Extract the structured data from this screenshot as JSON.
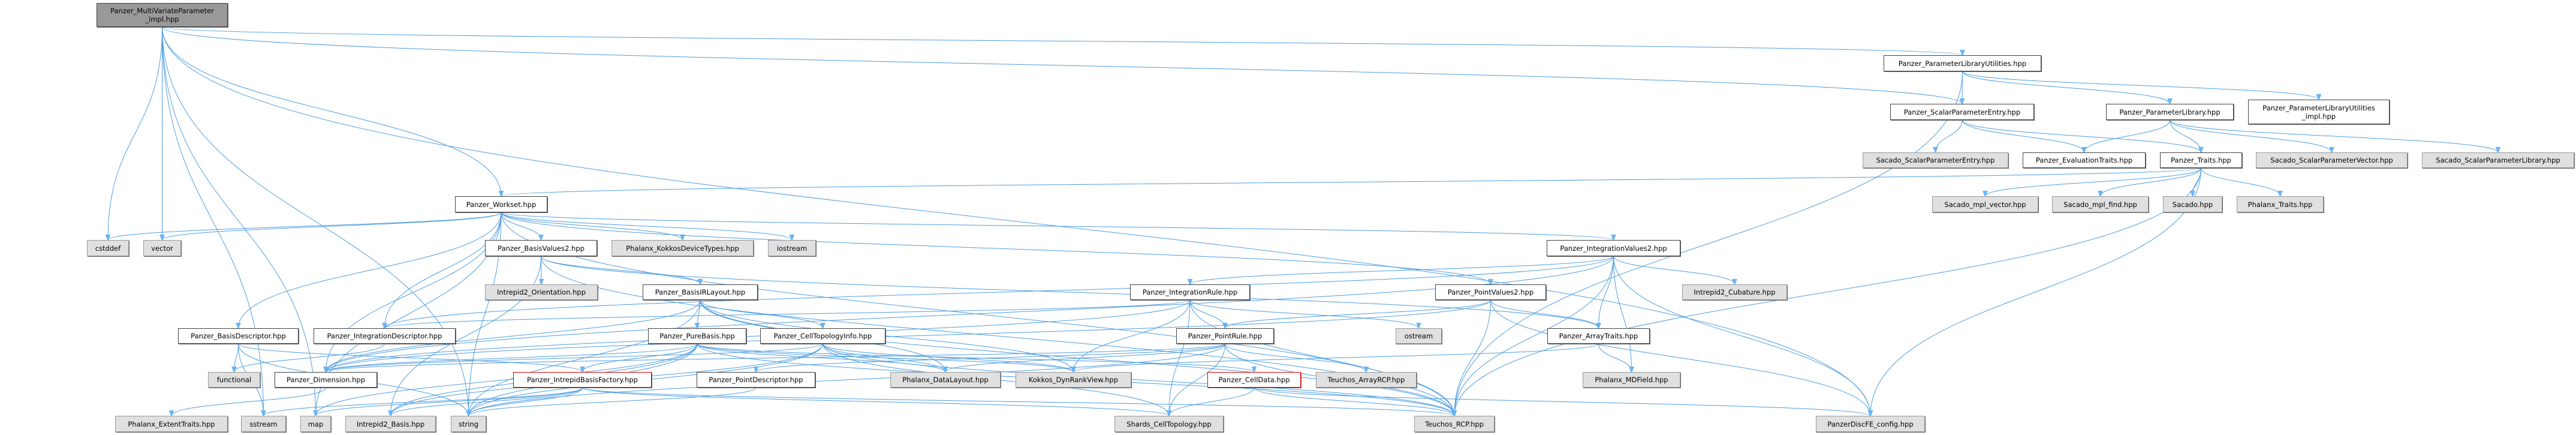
{
  "title": "Panzer_MultiVariateParameter_impl.hpp include dependency graph",
  "colors": {
    "edge": "#4e9de0",
    "main_fill": "#999999",
    "external_fill": "#e0e0e0",
    "error_border": "#dd0000"
  },
  "nodes": [
    {
      "id": "mv",
      "label": "Panzer_MultiVariateParameter\n_impl.hpp",
      "style": "main"
    },
    {
      "id": "plu",
      "label": "Panzer_ParameterLibraryUtilities.hpp",
      "style": "internal"
    },
    {
      "id": "spe",
      "label": "Panzer_ScalarParameterEntry.hpp",
      "style": "internal"
    },
    {
      "id": "plib",
      "label": "Panzer_ParameterLibrary.hpp",
      "style": "internal"
    },
    {
      "id": "pluimpl",
      "label": "Panzer_ParameterLibraryUtilities\n_impl.hpp",
      "style": "internal"
    },
    {
      "id": "sspe",
      "label": "Sacado_ScalarParameterEntry.hpp",
      "style": "external"
    },
    {
      "id": "evt",
      "label": "Panzer_EvaluationTraits.hpp",
      "style": "internal"
    },
    {
      "id": "traits",
      "label": "Panzer_Traits.hpp",
      "style": "internal"
    },
    {
      "id": "sspv",
      "label": "Sacado_ScalarParameterVector.hpp",
      "style": "external"
    },
    {
      "id": "sspl",
      "label": "Sacado_ScalarParameterLibrary.hpp",
      "style": "external"
    },
    {
      "id": "mplv",
      "label": "Sacado_mpl_vector.hpp",
      "style": "external"
    },
    {
      "id": "mplf",
      "label": "Sacado_mpl_find.hpp",
      "style": "external"
    },
    {
      "id": "sacado",
      "label": "Sacado.hpp",
      "style": "external"
    },
    {
      "id": "phtraits",
      "label": "Phalanx_Traits.hpp",
      "style": "external"
    },
    {
      "id": "workset",
      "label": "Panzer_Workset.hpp",
      "style": "internal"
    },
    {
      "id": "cstddef",
      "label": "cstddef",
      "style": "external"
    },
    {
      "id": "vector",
      "label": "vector",
      "style": "external"
    },
    {
      "id": "bv2",
      "label": "Panzer_BasisValues2.hpp",
      "style": "internal"
    },
    {
      "id": "pkdt",
      "label": "Phalanx_KokkosDeviceTypes.hpp",
      "style": "external"
    },
    {
      "id": "iostream",
      "label": "iostream",
      "style": "external"
    },
    {
      "id": "iv2",
      "label": "Panzer_IntegrationValues2.hpp",
      "style": "internal"
    },
    {
      "id": "i2o",
      "label": "Intrepid2_Orientation.hpp",
      "style": "external"
    },
    {
      "id": "birl",
      "label": "Panzer_BasisIRLayout.hpp",
      "style": "internal"
    },
    {
      "id": "ir",
      "label": "Panzer_IntegrationRule.hpp",
      "style": "internal"
    },
    {
      "id": "pv2",
      "label": "Panzer_PointValues2.hpp",
      "style": "internal"
    },
    {
      "id": "i2c",
      "label": "Intrepid2_Cubature.hpp",
      "style": "external"
    },
    {
      "id": "bd",
      "label": "Panzer_BasisDescriptor.hpp",
      "style": "internal"
    },
    {
      "id": "id",
      "label": "Panzer_IntegrationDescriptor.hpp",
      "style": "internal"
    },
    {
      "id": "pb",
      "label": "Panzer_PureBasis.hpp",
      "style": "internal"
    },
    {
      "id": "cti",
      "label": "Panzer_CellTopologyInfo.hpp",
      "style": "internal"
    },
    {
      "id": "pr",
      "label": "Panzer_PointRule.hpp",
      "style": "internal"
    },
    {
      "id": "ostream",
      "label": "ostream",
      "style": "external"
    },
    {
      "id": "at",
      "label": "Panzer_ArrayTraits.hpp",
      "style": "internal"
    },
    {
      "id": "functional",
      "label": "functional",
      "style": "external"
    },
    {
      "id": "dim",
      "label": "Panzer_Dimension.hpp",
      "style": "internal"
    },
    {
      "id": "ibf",
      "label": "Panzer_IntrepidBasisFactory.hpp",
      "style": "error"
    },
    {
      "id": "pd",
      "label": "Panzer_PointDescriptor.hpp",
      "style": "internal"
    },
    {
      "id": "pdl",
      "label": "Phalanx_DataLayout.hpp",
      "style": "external"
    },
    {
      "id": "kdrv",
      "label": "Kokkos_DynRankView.hpp",
      "style": "external"
    },
    {
      "id": "cd",
      "label": "Panzer_CellData.hpp",
      "style": "error"
    },
    {
      "id": "tarcp",
      "label": "Teuchos_ArrayRCP.hpp",
      "style": "external"
    },
    {
      "id": "mdf",
      "label": "Phalanx_MDField.hpp",
      "style": "external"
    },
    {
      "id": "pet",
      "label": "Phalanx_ExtentTraits.hpp",
      "style": "external"
    },
    {
      "id": "sstream",
      "label": "sstream",
      "style": "external"
    },
    {
      "id": "map",
      "label": "map",
      "style": "external"
    },
    {
      "id": "i2b",
      "label": "Intrepid2_Basis.hpp",
      "style": "external"
    },
    {
      "id": "string",
      "label": "string",
      "style": "external"
    },
    {
      "id": "sct",
      "label": "Shards_CellTopology.hpp",
      "style": "external"
    },
    {
      "id": "trcp",
      "label": "Teuchos_RCP.hpp",
      "style": "external"
    },
    {
      "id": "pdfe",
      "label": "PanzerDiscFE_config.hpp",
      "style": "external"
    }
  ],
  "edges": [
    [
      "mv",
      "plu"
    ],
    [
      "mv",
      "spe"
    ],
    [
      "mv",
      "pdfe"
    ],
    [
      "mv",
      "cstddef"
    ],
    [
      "mv",
      "vector"
    ],
    [
      "mv",
      "workset"
    ],
    [
      "mv",
      "string"
    ],
    [
      "mv",
      "map"
    ],
    [
      "mv",
      "sstream"
    ],
    [
      "plu",
      "spe"
    ],
    [
      "plu",
      "plib"
    ],
    [
      "plu",
      "pluimpl"
    ],
    [
      "plu",
      "trcp"
    ],
    [
      "spe",
      "sspe"
    ],
    [
      "spe",
      "evt"
    ],
    [
      "spe",
      "traits"
    ],
    [
      "plib",
      "evt"
    ],
    [
      "plib",
      "traits"
    ],
    [
      "plib",
      "sspv"
    ],
    [
      "plib",
      "sspl"
    ],
    [
      "traits",
      "workset"
    ],
    [
      "traits",
      "mplv"
    ],
    [
      "traits",
      "mplf"
    ],
    [
      "traits",
      "sacado"
    ],
    [
      "traits",
      "phtraits"
    ],
    [
      "traits",
      "pdfe"
    ],
    [
      "traits",
      "trcp"
    ],
    [
      "workset",
      "cstddef"
    ],
    [
      "workset",
      "vector"
    ],
    [
      "workset",
      "bv2"
    ],
    [
      "workset",
      "pkdt"
    ],
    [
      "workset",
      "iostream"
    ],
    [
      "workset",
      "iv2"
    ],
    [
      "workset",
      "bd"
    ],
    [
      "workset",
      "id"
    ],
    [
      "workset",
      "dim"
    ],
    [
      "workset",
      "trcp"
    ],
    [
      "workset",
      "pv2"
    ],
    [
      "workset",
      "string"
    ],
    [
      "workset",
      "map"
    ],
    [
      "bv2",
      "i2o"
    ],
    [
      "bv2",
      "birl"
    ],
    [
      "bv2",
      "at"
    ],
    [
      "bv2",
      "trcp"
    ],
    [
      "bv2",
      "i2b"
    ],
    [
      "iv2",
      "ir"
    ],
    [
      "iv2",
      "i2c"
    ],
    [
      "iv2",
      "at"
    ],
    [
      "iv2",
      "mdf"
    ],
    [
      "iv2",
      "trcp"
    ],
    [
      "iv2",
      "pdfe"
    ],
    [
      "iv2",
      "id"
    ],
    [
      "iv2",
      "dim"
    ],
    [
      "birl",
      "pb"
    ],
    [
      "birl",
      "cti"
    ],
    [
      "birl",
      "pdl"
    ],
    [
      "birl",
      "kdrv"
    ],
    [
      "birl",
      "trcp"
    ],
    [
      "birl",
      "dim"
    ],
    [
      "birl",
      "string"
    ],
    [
      "ir",
      "pr"
    ],
    [
      "ir",
      "kdrv"
    ],
    [
      "ir",
      "sct"
    ],
    [
      "ir",
      "trcp"
    ],
    [
      "ir",
      "id"
    ],
    [
      "ir",
      "dim"
    ],
    [
      "ir",
      "ostream"
    ],
    [
      "pv2",
      "pr"
    ],
    [
      "pv2",
      "at"
    ],
    [
      "pv2",
      "trcp"
    ],
    [
      "pv2",
      "pdfe"
    ],
    [
      "pv2",
      "dim"
    ],
    [
      "bd",
      "functional"
    ],
    [
      "bd",
      "string"
    ],
    [
      "bd",
      "ibf"
    ],
    [
      "bd",
      "sstream"
    ],
    [
      "id",
      "functional"
    ],
    [
      "pb",
      "dim"
    ],
    [
      "pb",
      "ibf"
    ],
    [
      "pb",
      "pdl"
    ],
    [
      "pb",
      "kdrv"
    ],
    [
      "pb",
      "cd"
    ],
    [
      "pb",
      "trcp"
    ],
    [
      "pb",
      "i2b"
    ],
    [
      "pb",
      "string"
    ],
    [
      "pb",
      "map"
    ],
    [
      "cti",
      "pdl"
    ],
    [
      "cti",
      "kdrv"
    ],
    [
      "cti",
      "sct"
    ],
    [
      "cti",
      "trcp"
    ],
    [
      "cti",
      "dim"
    ],
    [
      "cti",
      "string"
    ],
    [
      "cti",
      "i2b"
    ],
    [
      "pr",
      "pd"
    ],
    [
      "pr",
      "pdl"
    ],
    [
      "pr",
      "sct"
    ],
    [
      "pr",
      "tarcp"
    ],
    [
      "pr",
      "trcp"
    ],
    [
      "pr",
      "dim"
    ],
    [
      "pr",
      "string"
    ],
    [
      "at",
      "mdf"
    ],
    [
      "at",
      "kdrv"
    ],
    [
      "dim",
      "pet"
    ],
    [
      "ibf",
      "i2b"
    ],
    [
      "ibf",
      "string"
    ],
    [
      "ibf",
      "sstream"
    ],
    [
      "ibf",
      "map"
    ],
    [
      "ibf",
      "trcp"
    ],
    [
      "ibf",
      "sct"
    ],
    [
      "pd",
      "string"
    ],
    [
      "cd",
      "sct"
    ],
    [
      "cd",
      "trcp"
    ],
    [
      "cd",
      "pdfe"
    ]
  ]
}
